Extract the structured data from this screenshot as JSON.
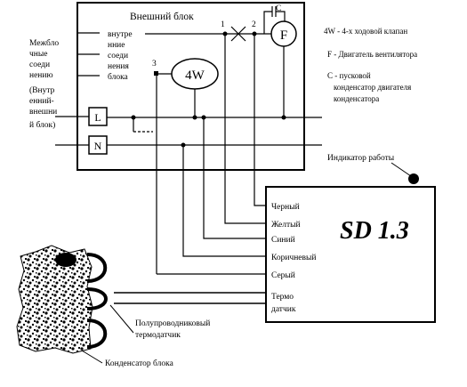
{
  "outdoor_unit": {
    "title": "Внешний блок",
    "inner_label_lines": [
      "внутре",
      "нние",
      "соеди",
      "нения",
      "блока"
    ],
    "terminal_1": "1",
    "terminal_2": "2",
    "terminal_3": "3",
    "capacitor_c": "C",
    "fan": "F",
    "valve": "4W",
    "terminal_l": "L",
    "terminal_n": "N"
  },
  "left_label_lines": [
    "Межбло",
    "чные",
    "соеди",
    "нению",
    "(Внутр",
    "енний-",
    "внешни",
    "й блок)"
  ],
  "legend": {
    "valve": "4W - 4-х ходовой клапан",
    "fan": "F - Двигатель вентилятора",
    "cap_line1": "C - пусковой",
    "cap_line2": "конденсатор двигателя",
    "cap_line3": "конденсатора"
  },
  "indicator_label": "Индикатор работы",
  "controller": {
    "name": "SD 1.3",
    "wires": [
      "Черный",
      "Желтый",
      "Синий",
      "Коричневый",
      "Серый"
    ],
    "thermo_line1": "Термо",
    "thermo_line2": "датчик"
  },
  "sensor_label_line1": "Полупроводниковый",
  "sensor_label_line2": "термодатчик",
  "condenser_label": "Конденсатор блока"
}
